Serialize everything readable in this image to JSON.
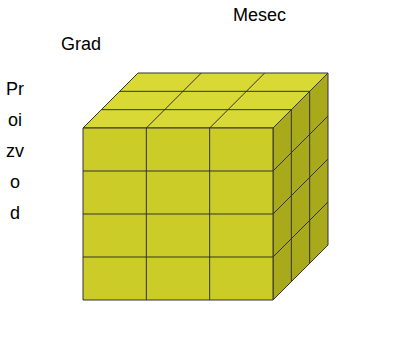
{
  "diagram": {
    "labels": [
      "Mesec",
      "Grad",
      "Proizvod"
    ]
  }
}
